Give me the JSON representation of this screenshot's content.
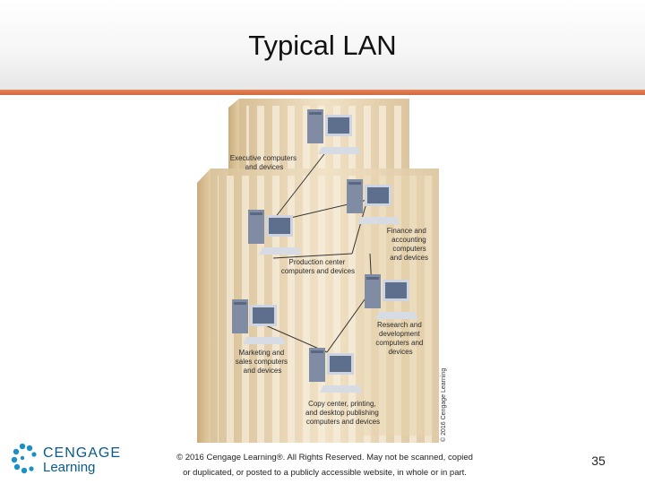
{
  "slide": {
    "title": "Typical LAN",
    "page_number": "35"
  },
  "figure": {
    "labels": {
      "executive": [
        "Executive computers",
        "and devices"
      ],
      "finance": [
        "Finance and",
        "accounting",
        "computers",
        "and devices"
      ],
      "production": [
        "Production center",
        "computers and devices"
      ],
      "research": [
        "Research and",
        "development",
        "computers and",
        "devices"
      ],
      "marketing": [
        "Marketing and",
        "sales computers",
        "and devices"
      ],
      "copy": [
        "Copy center, printing,",
        "and desktop publishing",
        "computers and devices"
      ]
    },
    "credit": "© 2016 Cengage Learning"
  },
  "footer": {
    "logo_line1": "CENGAGE",
    "logo_line2": "Learning",
    "copyright_line1": "© 2016 Cengage Learning®. All Rights Reserved. May not be scanned, copied",
    "copyright_line2": "or duplicated, or posted to a publicly accessible website, in whole or in part."
  },
  "colors": {
    "accent_bar": "#d9714a",
    "logo_blue": "#0a5a8a",
    "building": "#ead6b4"
  }
}
